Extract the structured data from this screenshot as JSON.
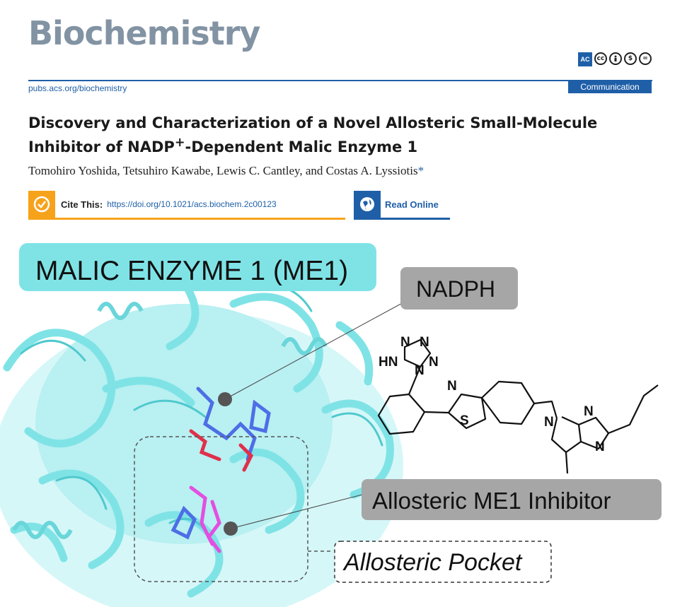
{
  "header": {
    "journal": "Biochemistry",
    "url": "pubs.acs.org/biochemistry",
    "article_type": "Communication",
    "license_icons": [
      "acs-authorchoice-icon",
      "cc-icon",
      "by-icon",
      "nc-icon",
      "nd-icon"
    ],
    "ac_text": "AC"
  },
  "article": {
    "title_line1": "Discovery and Characterization of a Novel Allosteric Small-Molecule",
    "title_line2_pre": "Inhibitor of NADP",
    "title_sup": "+",
    "title_line2_post": "-Dependent Malic Enzyme 1",
    "authors": "Tomohiro Yoshida, Tetsuhiro Kawabe, Lewis C. Cantley, and Costas A. Lyssiotis",
    "corresponding_mark": "*"
  },
  "actions": {
    "cite_label": "Cite This:",
    "cite_link": "https://doi.org/10.1021/acs.biochem.2c00123",
    "read_online": "Read Online"
  },
  "graphic": {
    "protein_label": "MALIC ENZYME 1 (ME1)",
    "nadph_label": "NADPH",
    "inhibitor_label": "Allosteric ME1 Inhibitor",
    "pocket_label": "Allosteric Pocket",
    "molecule_atoms": [
      "N",
      "N",
      "N",
      "HN",
      "N",
      "N",
      "S",
      "N",
      "N",
      "N"
    ]
  },
  "colors": {
    "accent": "#1f5fa8",
    "cite": "#f7a21b",
    "protein": "#7fe3e6",
    "label_box": "#a6a6a6",
    "ligand_pink": "#e34fe0",
    "ligand_red": "#e0304a",
    "ligand_blue": "#4e6ee6"
  }
}
